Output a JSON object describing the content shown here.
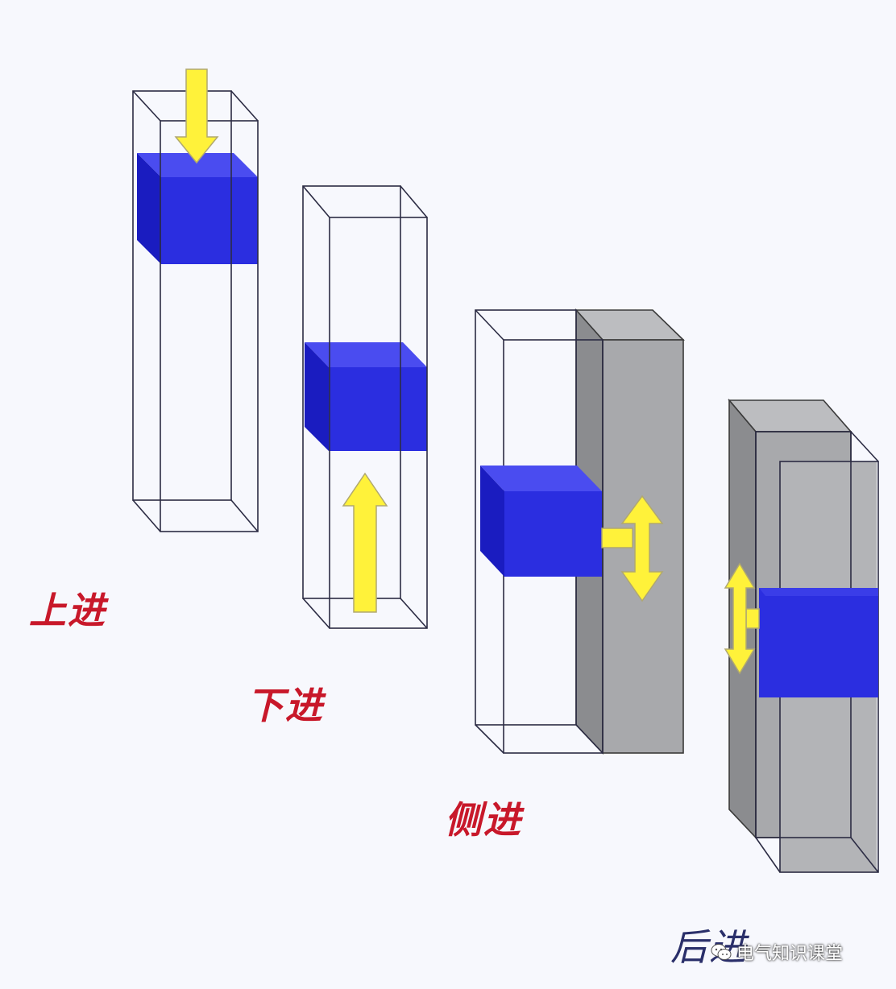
{
  "labels": {
    "top_entry": "上进",
    "bottom_entry": "下进",
    "side_entry": "侧进",
    "back_entry": "后进"
  },
  "watermark": {
    "text": "电气知识课堂",
    "icon": "wechat-icon"
  },
  "colors": {
    "block": "#2b2ee0",
    "block_top": "#4a4cf0",
    "block_side": "#1616b8",
    "arrow": "#fff23a",
    "arrow_stroke": "#b8b090",
    "gray_panel": "#a9aaad",
    "gray_panel_side": "#8a8b8e",
    "label_red": "#c8182a",
    "label_dark": "#2a2f6a"
  }
}
